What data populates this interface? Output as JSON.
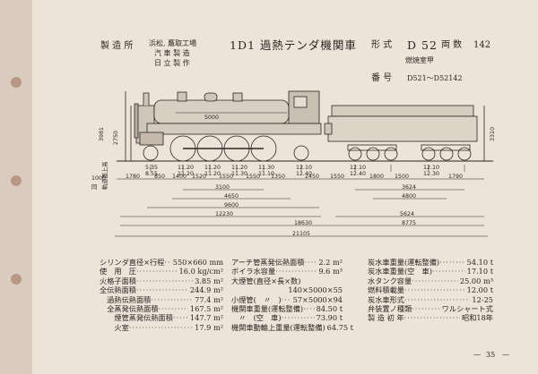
{
  "header": {
    "maker_label": "製 造 所",
    "makers": [
      "浜松, 鷹取工場",
      "汽 車 製 造",
      "日 立 製 作"
    ],
    "title": "1D1 過熱テンダ機関車",
    "type_label": "形 式",
    "type_value": "D 52",
    "count_label": "両 数",
    "count_value": "142",
    "fuel": "燃焼室甲",
    "number_label": "番 号",
    "number_value": "D521～D52142"
  },
  "drawing": {
    "labels": {
      "l_5000": "5000",
      "l_3981": "3981",
      "l_2750": "2750",
      "l_3310": "3310",
      "l_1000": "1000",
      "rail_label": "軌道面上高",
      "col_label": "同",
      "l_1780": "1780",
      "l_850": "850",
      "l_1400": "1400",
      "l_1520": "1520",
      "l_1550a": "1550",
      "l_1550b": "1550",
      "l_1350": "1350",
      "l_2450": "2450",
      "l_1550c": "1550",
      "l_1790": "1790",
      "l_3100": "3100",
      "l_4650": "4650",
      "l_9600": "9600",
      "l_12230": "12230",
      "l_18630": "18630",
      "l_8775": "8775",
      "l_21105": "21105",
      "l_1800": "1800",
      "l_1500": "1500",
      "l_4800": "4800",
      "l_3624": "3624",
      "l_5624": "5624",
      "wheel_axle_vals": [
        "5.35",
        "11.20",
        "11.20",
        "11.20",
        "11.30",
        "12.10",
        "12.10",
        "12.10"
      ],
      "wheel_axle_vals2": [
        "8.55",
        "11.20",
        "11.20",
        "11.30",
        "11.10",
        "12.40",
        "12.40",
        "12.30"
      ]
    }
  },
  "specs": {
    "col1": [
      {
        "name": "シリンダ直径×行程",
        "value": "550×660 mm"
      },
      {
        "name": "使　用　圧",
        "value": "16.0 kg/cm²"
      },
      {
        "name": "火格子面積",
        "value": "3.85 m²"
      },
      {
        "name": "全伝熱面積",
        "value": "244.9 m²"
      },
      {
        "name": "　過熱伝熱面積",
        "value": "77.4 m²"
      },
      {
        "name": "　全蒸発伝熱面積",
        "value": "167.5 m²"
      },
      {
        "name": "　　煙管蒸発伝熱面積",
        "value": "147.7 m²"
      },
      {
        "name": "　　火室",
        "value": "17.9 m²"
      }
    ],
    "col2": [
      {
        "name": "アーチ管蒸発伝熱面積",
        "value": "2.2 m²"
      },
      {
        "name": "ボイラ水容量",
        "value": "9.6 m³"
      },
      {
        "name": "大煙管(直径×長×数)",
        "value": ""
      },
      {
        "name": "",
        "value": "140×5000×55"
      },
      {
        "name": "小煙管(　〃　)",
        "value": "57×5000×94"
      },
      {
        "name": "機関車重量(運転整備)",
        "value": "84.50 t"
      },
      {
        "name": "　〃　(空　車)",
        "value": "73.90 t"
      },
      {
        "name": "機関車動輪上重量(運転整備)",
        "value": "64.75 t"
      }
    ],
    "col3": [
      {
        "name": "炭水車重量(運転整備)",
        "value": "54.10 t"
      },
      {
        "name": "炭水車重量(空　車)",
        "value": "17.10 t"
      },
      {
        "name": "水タンク容量",
        "value": "25.00 m³"
      },
      {
        "name": "燃料積載量",
        "value": "12.00 t"
      },
      {
        "name": "炭水車形式",
        "value": "12-25"
      },
      {
        "name": "弁装置ノ種類",
        "value": "ワルシャート式"
      },
      {
        "name": "製 造 初 年",
        "value": "昭和18年"
      }
    ]
  },
  "footer": {
    "page_number": "35"
  }
}
